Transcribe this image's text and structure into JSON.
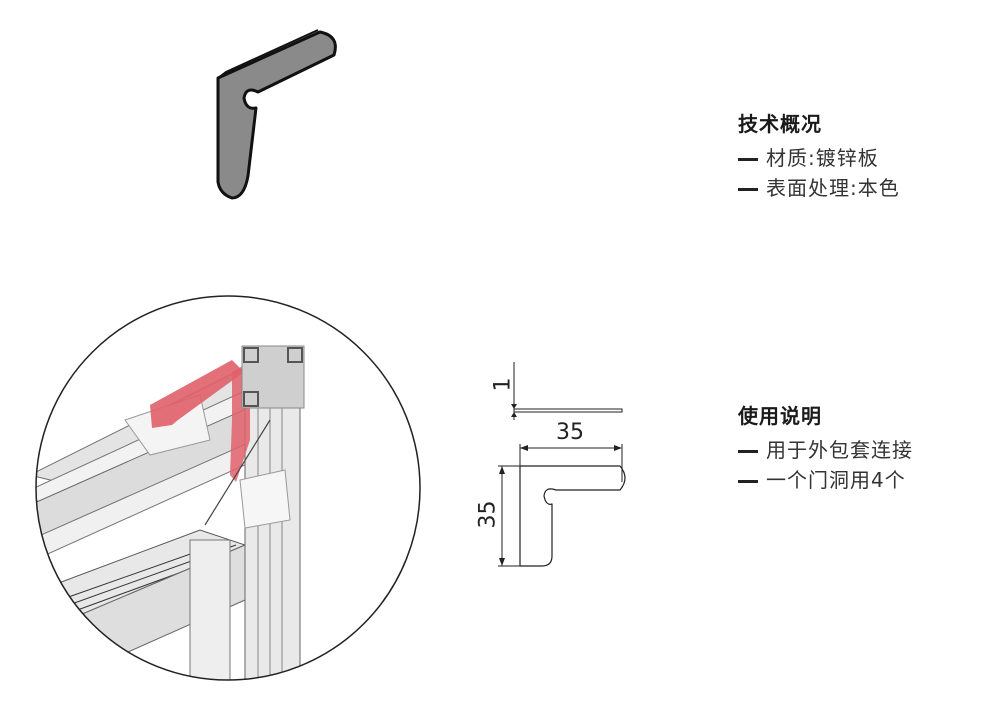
{
  "tech_overview": {
    "title": "技术概况",
    "items": [
      "材质:镀锌板",
      "表面处理:本色"
    ]
  },
  "usage": {
    "title": "使用说明",
    "items": [
      "用于外包套连接",
      "一个门洞用4个"
    ]
  },
  "dimensions": {
    "thickness": "1",
    "width": "35",
    "height": "35"
  },
  "colors": {
    "part_fill": "#858585",
    "highlight": "#e0606a",
    "outline": "#1a1a1a"
  }
}
